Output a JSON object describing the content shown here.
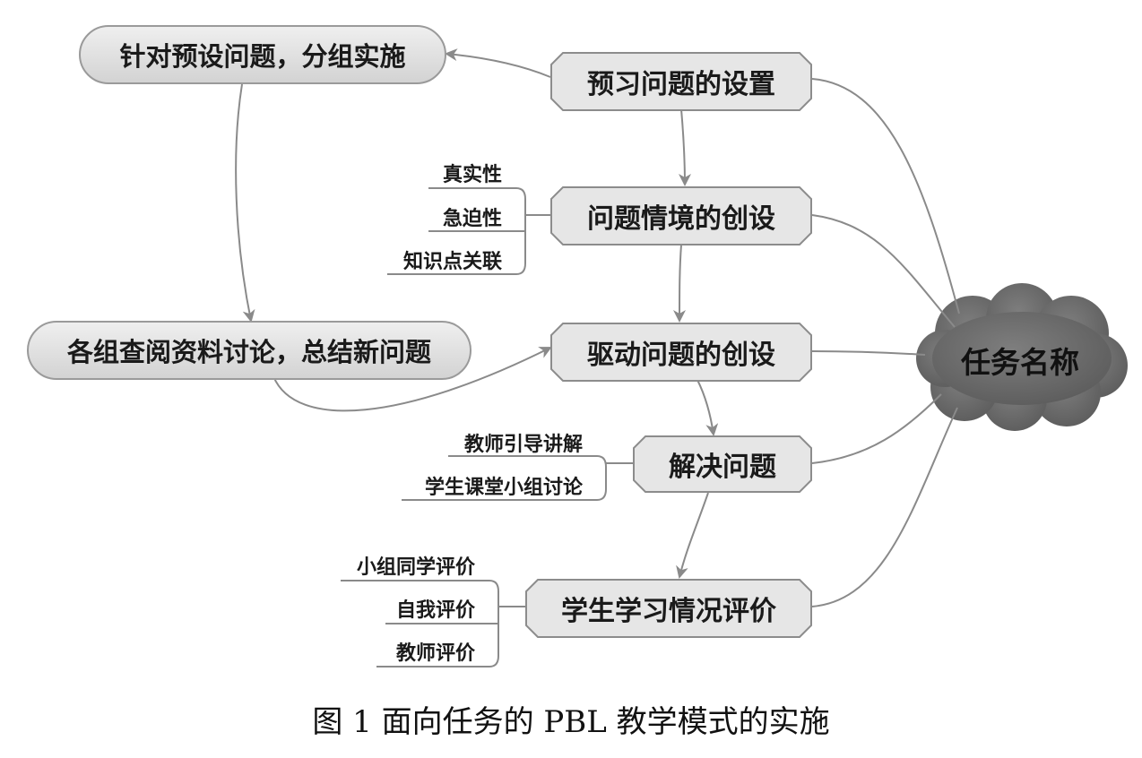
{
  "central": "任务名称",
  "main_nodes": [
    {
      "id": "n1",
      "label": "预习问题的设置"
    },
    {
      "id": "n2",
      "label": "问题情境的创设"
    },
    {
      "id": "n3",
      "label": "驱动问题的创设"
    },
    {
      "id": "n4",
      "label": "解决问题"
    },
    {
      "id": "n5",
      "label": "学生学习情况评价"
    }
  ],
  "side_nodes": [
    {
      "id": "s1",
      "label": "针对预设问题，分组实施"
    },
    {
      "id": "s2",
      "label": "各组查阅资料讨论，总结新问题"
    }
  ],
  "branches": {
    "n2": [
      "真实性",
      "急迫性",
      "知识点关联"
    ],
    "n4": [
      "教师引导讲解",
      "学生课堂小组讨论"
    ],
    "n5": [
      "小组同学评价",
      "自我评价",
      "教师评价"
    ]
  },
  "caption": "图 1  面向任务的 PBL 教学模式的实施",
  "colors": {
    "node_fill": "#e6e6e6",
    "node_border": "#8c8c8c",
    "cloud": "#6e6e6e",
    "line": "#8a8a8a"
  }
}
